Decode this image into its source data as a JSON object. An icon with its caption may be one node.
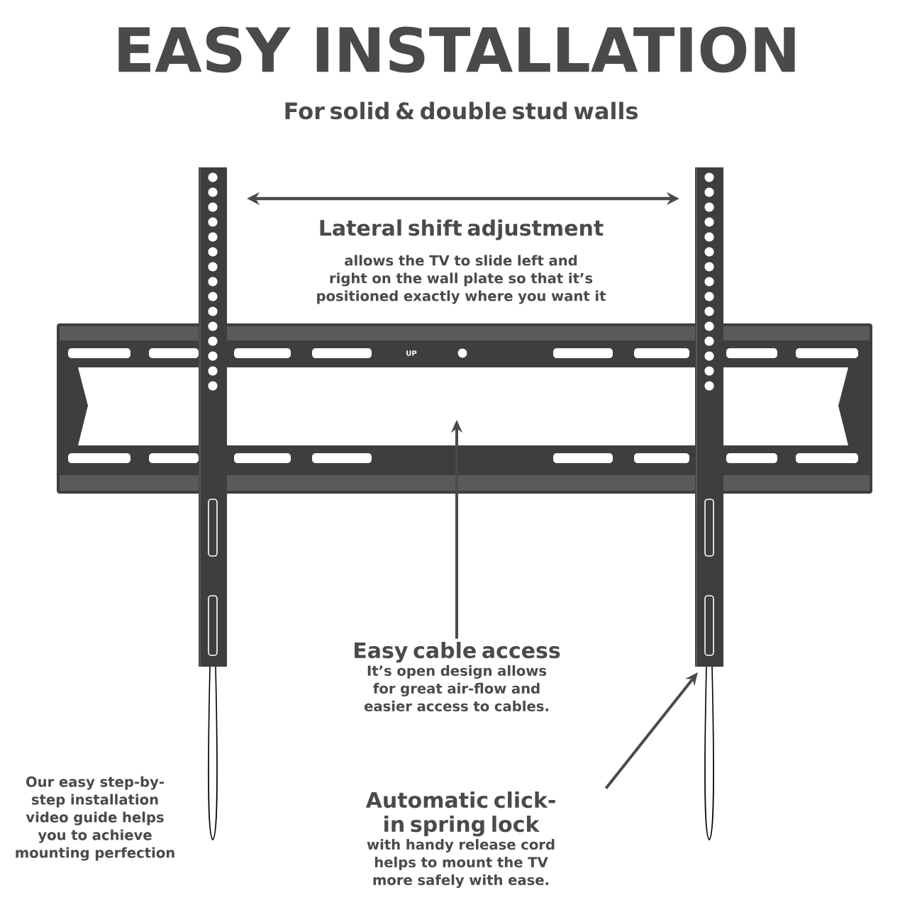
{
  "diagram": {
    "title": "EASY INSTALLATION",
    "nodes": [
      {
        "text": [
          "Easy cable access",
          "It’s open design allows for great air-flow and easier access to cables."
        ]
      },
      {
        "text": [
          "Automatic click-in spring lock",
          "with handy release cord helps to mount the TV more safely with ease."
        ]
      }
    ],
    "edges": [
      {
        "from": 0,
        "to": null,
        "arrow": "to"
      },
      {
        "from": 1,
        "to": null,
        "arrow": "to"
      }
    ],
    "labels": [
      "For solid & double stud walls",
      "Lateral shift adjustment",
      "allows the TV to slide left and right on the wall plate so that it’s positioned exactly where you want it",
      "UP",
      "Our easy step-by-step installation video guide helps you to achieve mounting perfection"
    ]
  }
}
